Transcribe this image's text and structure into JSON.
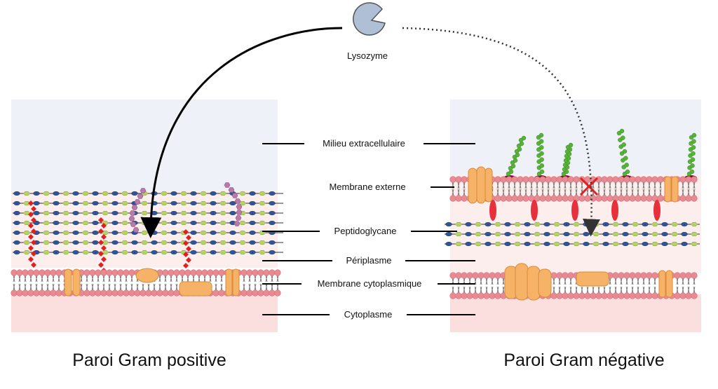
{
  "enzyme": {
    "name": "Lysozyme"
  },
  "layers": [
    {
      "id": "extracellular",
      "label": "Milieu extracellulaire"
    },
    {
      "id": "outer-membrane",
      "label": "Membrane externe"
    },
    {
      "id": "peptidoglycan",
      "label": "Peptidoglycane"
    },
    {
      "id": "periplasm",
      "label": "Périplasme"
    },
    {
      "id": "cytoplasmic-membrane",
      "label": "Membrane cytoplasmique"
    },
    {
      "id": "cytoplasm",
      "label": "Cytoplasme"
    }
  ],
  "captions": {
    "gram_positive": "Paroi Gram positive",
    "gram_negative": "Paroi Gram négative"
  },
  "colors": {
    "extracellular_bg": "#eef2f8",
    "periplasm_bg": "#fdecec",
    "cytoplasm_bg": "#fbdede",
    "lipid_head": "#e88a92",
    "protein": "#f6b266",
    "protein_stroke": "#d98a3a",
    "nag": "#2f5597",
    "nam": "#b6d36a",
    "teichoic": "#e02020",
    "lipoteichoic": "#b87aa8",
    "lps_sugar": "#58b23a",
    "lps_anchor": "#7a1230",
    "lipoprotein": "#e8303a",
    "enzyme": "#aebfd6"
  }
}
